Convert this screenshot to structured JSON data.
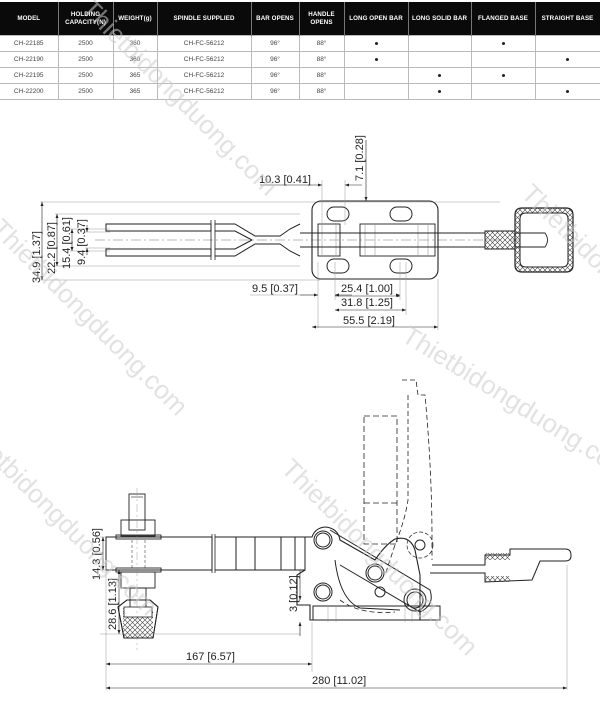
{
  "table": {
    "headers": [
      "MODEL",
      "HOLDING CAPACITY(N)",
      "WEIGHT(g)",
      "SPINDLE SUPPLIED",
      "BAR OPENS",
      "HANDLE OPENS",
      "LONG OPEN BAR",
      "LONG SOLID BAR",
      "FLANGED BASE",
      "STRAIGHT BASE"
    ],
    "rows": [
      {
        "model": "CH-22185",
        "capacity": "2500",
        "weight": "360",
        "spindle": "CH-FC-56212",
        "bar_opens": "96°",
        "handle_opens": "88°",
        "long_open_bar": true,
        "long_solid_bar": false,
        "flanged_base": true,
        "straight_base": false
      },
      {
        "model": "CH-22190",
        "capacity": "2500",
        "weight": "360",
        "spindle": "CH-FC-56212",
        "bar_opens": "96°",
        "handle_opens": "88°",
        "long_open_bar": true,
        "long_solid_bar": false,
        "flanged_base": false,
        "straight_base": true
      },
      {
        "model": "CH-22195",
        "capacity": "2500",
        "weight": "365",
        "spindle": "CH-FC-56212",
        "bar_opens": "96°",
        "handle_opens": "88°",
        "long_open_bar": false,
        "long_solid_bar": true,
        "flanged_base": true,
        "straight_base": false
      },
      {
        "model": "CH-22200",
        "capacity": "2500",
        "weight": "365",
        "spindle": "CH-FC-56212",
        "bar_opens": "96°",
        "handle_opens": "88°",
        "long_open_bar": false,
        "long_solid_bar": true,
        "flanged_base": false,
        "straight_base": true
      }
    ]
  },
  "top_view": {
    "dims": {
      "d_10_3": "10.3 [0.41]",
      "d_7_1": "7.1 [0.28]",
      "d_34_9": "34.9 [1.37]",
      "d_22_2": "22.2 [0.87]",
      "d_15_4": "15.4 [0.61]",
      "d_9_4": "9.4 [0.37]",
      "d_9_5": "9.5 [0.37]",
      "d_25_4": "25.4 [1.00]",
      "d_31_8": "31.8 [1.25]",
      "d_55_5": "55.5 [2.19]"
    }
  },
  "side_view": {
    "dims": {
      "d_14_3": "14.3 [0.56]",
      "d_28_6": "28.6 [1.13]",
      "d_3": "3 [0.12]",
      "d_167": "167 [6.57]",
      "d_280": "280 [11.02]"
    }
  },
  "watermark": "Thietbidongduong.com"
}
